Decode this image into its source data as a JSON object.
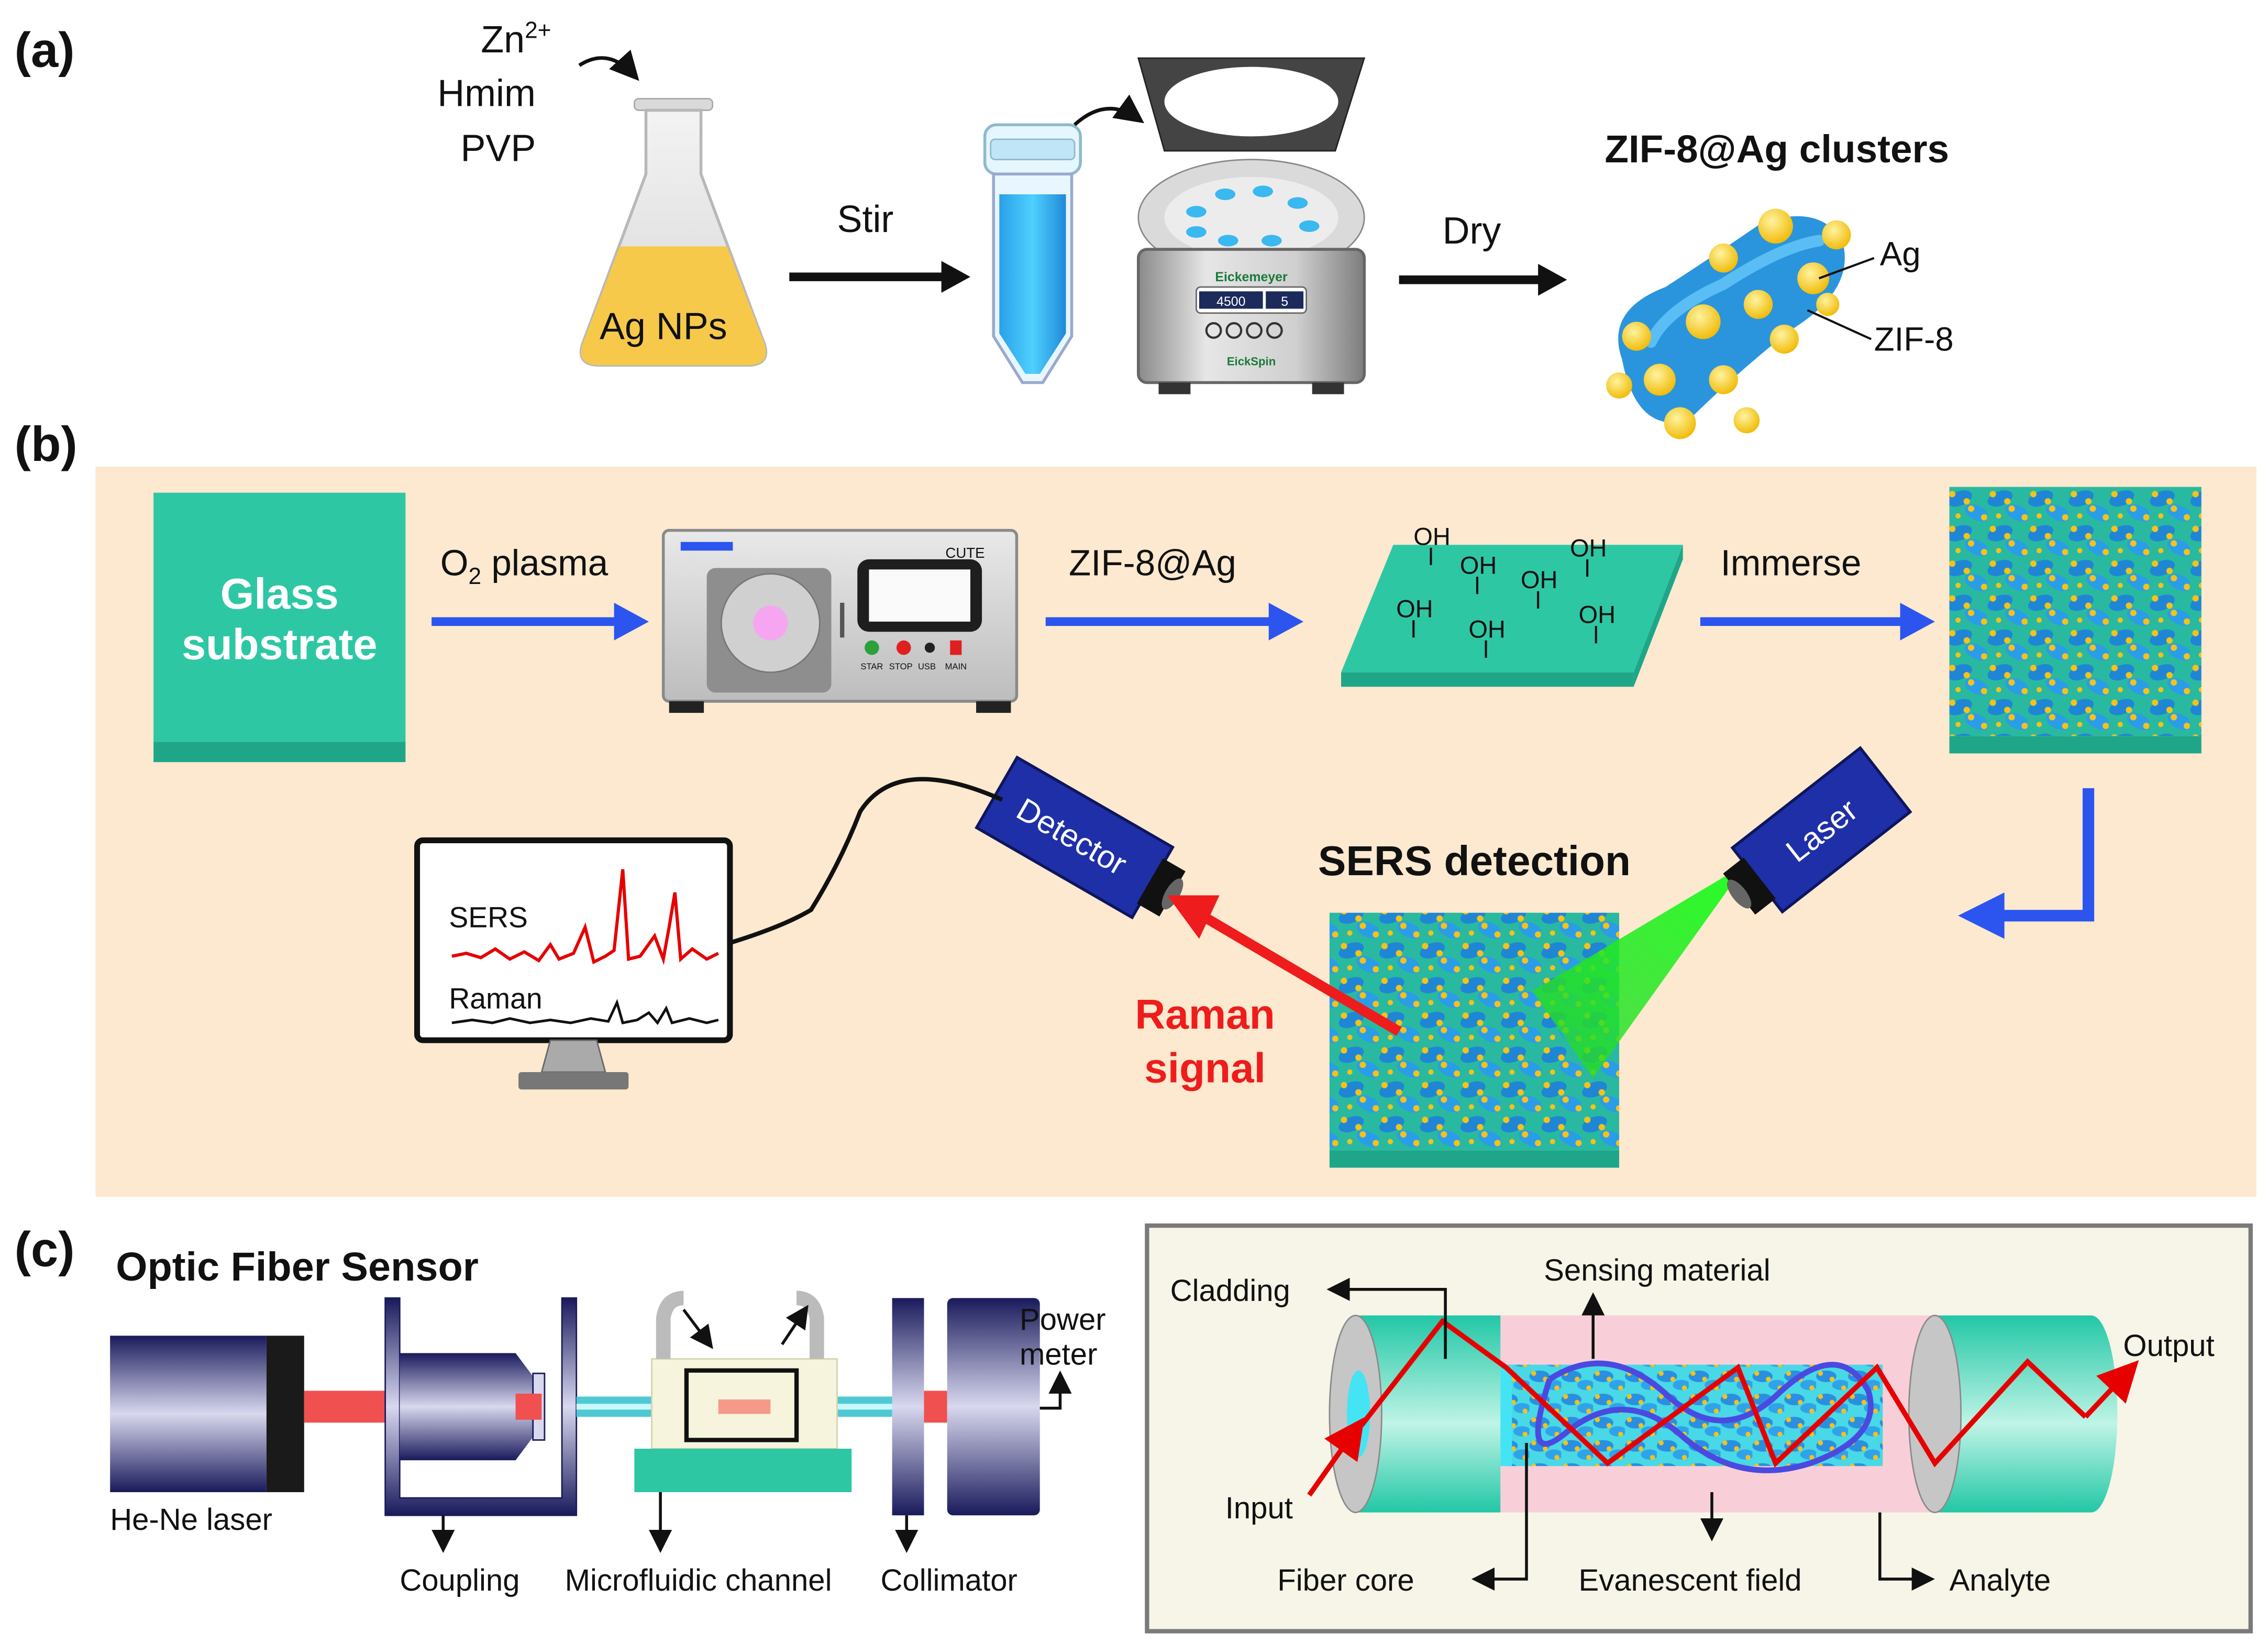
{
  "panel_a": {
    "label": "(a)",
    "reagent_zn": "Zn",
    "reagent_zn_sup": "2+",
    "reagent_hmim": "Hmim",
    "reagent_pvp": "PVP",
    "flask_label": "Ag NPs",
    "step_stir": "Stir",
    "centrifuge_brand": "Eickemeyer",
    "centrifuge_rpm": "4500",
    "centrifuge_time": "5",
    "centrifuge_model": "EickSpin",
    "step_dry": "Dry",
    "product_title": "ZIF-8@Ag clusters",
    "label_ag": "Ag",
    "label_zif": "ZIF-8"
  },
  "panel_b": {
    "label": "(b)",
    "glass_line1": "Glass",
    "glass_line2": "substrate",
    "step_plasma_o": "O",
    "step_plasma_sub": "2",
    "step_plasma_rest": " plasma",
    "device_name": "CUTE",
    "device_buttons": [
      "STAR",
      "STOP",
      "USB",
      "MAIN"
    ],
    "step_zif": "ZIF-8@Ag",
    "oh": "OH",
    "step_immerse": "Immerse",
    "detector_label": "Detector",
    "laser_label": "Laser",
    "sers_title": "SERS detection",
    "raman_signal_line1": "Raman",
    "raman_signal_line2": "signal",
    "monitor_sers": "SERS",
    "monitor_raman": "Raman",
    "colors": {
      "background": "#fce9cf",
      "substrate": "#2ec7a4",
      "arrow": "#2b55ee",
      "signal": "#ee1c1c"
    }
  },
  "panel_c": {
    "label": "(c)",
    "title": "Optic Fiber Sensor",
    "laser": "He-Ne laser",
    "coupling": "Coupling",
    "channel": "Microfluidic channel",
    "collimator": "Collimator",
    "power_line1": "Power",
    "power_line2": "meter",
    "cladding": "Cladding",
    "sensing_material": "Sensing material",
    "output": "Output",
    "input": "Input",
    "fiber_core": "Fiber core",
    "evanescent_field": "Evanescent field",
    "analyte": "Analyte"
  }
}
